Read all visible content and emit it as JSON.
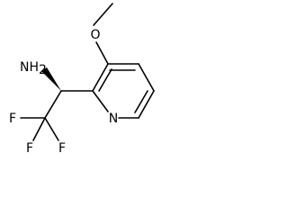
{
  "molecule": {
    "amine": {
      "symbol": "NH",
      "subscript": "2"
    },
    "methoxy_oxygen": "O",
    "ring_nitrogen": "N",
    "fluorines": [
      "F",
      "F",
      "F"
    ]
  },
  "colors": {
    "bond": "#000000",
    "label": "#000000",
    "background": "#ffffff"
  }
}
